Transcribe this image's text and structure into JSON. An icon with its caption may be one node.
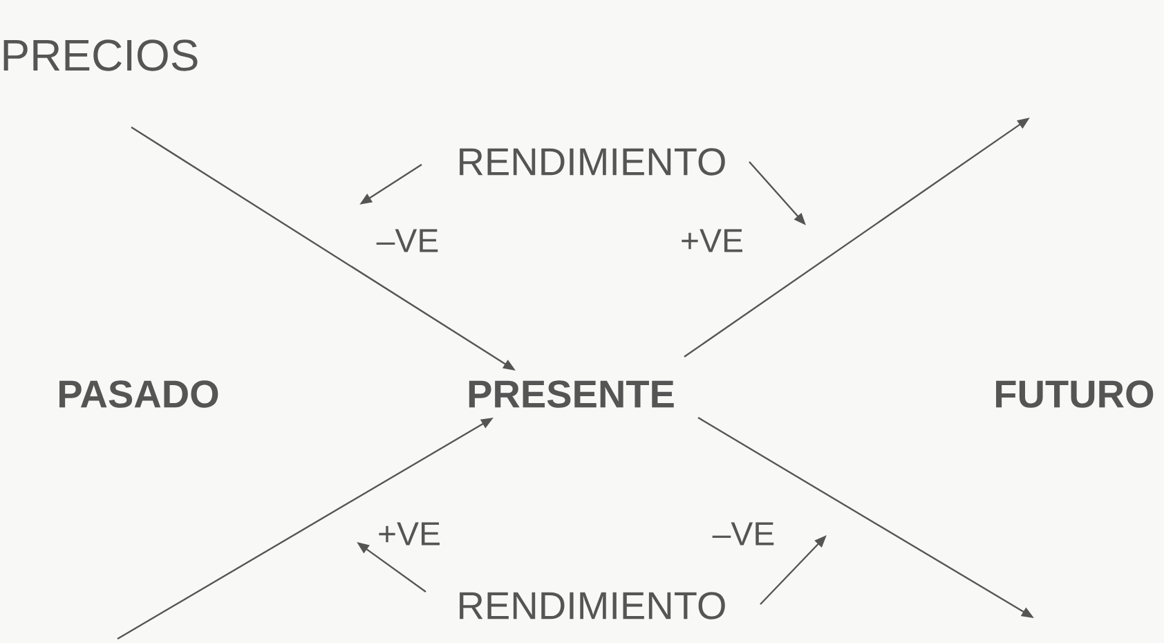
{
  "diagram": {
    "title": "PRECIOS",
    "nodes": [
      {
        "text": [
          "RENDIMIENTO"
        ]
      },
      {
        "text": [
          "–VE"
        ]
      },
      {
        "text": [
          "+VE"
        ]
      },
      {
        "text": [
          "PRESENTE"
        ]
      },
      {
        "text": [
          "+VE"
        ]
      },
      {
        "text": [
          "–VE"
        ]
      },
      {
        "text": [
          "RENDIMIENTO"
        ]
      }
    ],
    "edges": [
      {
        "from": null,
        "to": 3,
        "arrow": "to"
      },
      {
        "from": 3,
        "to": null,
        "arrow": "to"
      },
      {
        "from": null,
        "to": 3,
        "arrow": "to"
      },
      {
        "from": 3,
        "to": null,
        "arrow": "to"
      },
      {
        "from": 0,
        "to": 1,
        "arrow": "to"
      },
      {
        "from": 0,
        "to": 2,
        "arrow": "to"
      },
      {
        "from": 6,
        "to": 4,
        "arrow": "to"
      },
      {
        "from": 6,
        "to": 5,
        "arrow": "to"
      }
    ],
    "labels": [
      "PASADO",
      "FUTURO"
    ]
  }
}
